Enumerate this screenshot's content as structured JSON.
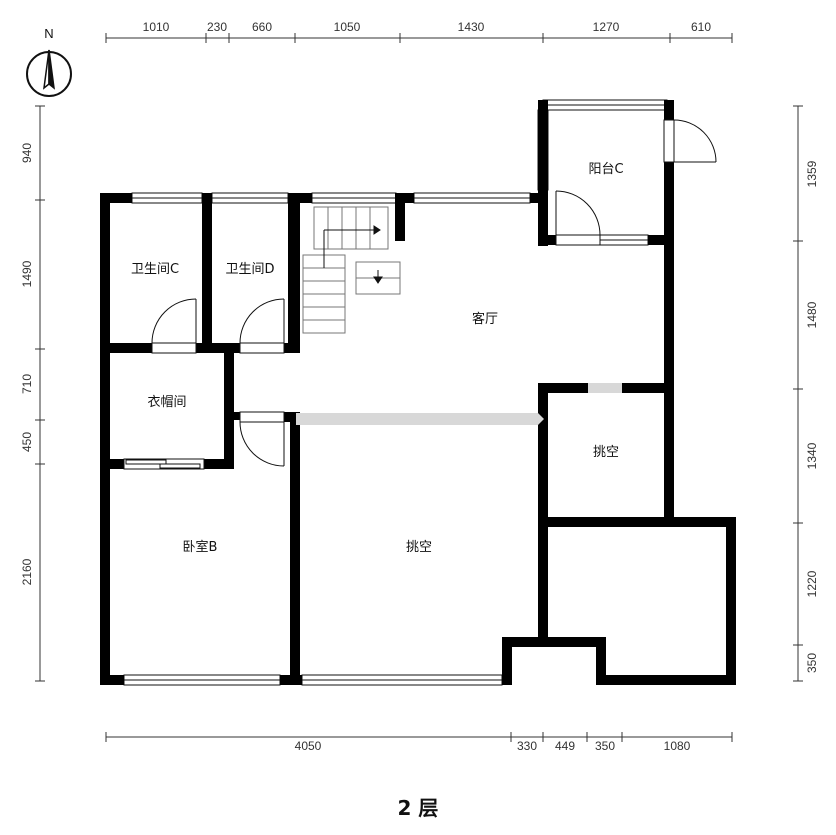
{
  "floor_label": "2 层",
  "compass_label": "N",
  "rooms": {
    "bath_c": "卫生间C",
    "bath_d": "卫生间D",
    "living": "客厅",
    "balcony_c": "阳台C",
    "cloakroom": "衣帽间",
    "bedroom_b": "卧室B",
    "void_center": "挑空",
    "void_right": "挑空"
  },
  "dims": {
    "top": [
      "1010",
      "230",
      "660",
      "1050",
      "1430",
      "1270",
      "610"
    ],
    "bottom": [
      "4050",
      "330",
      "449",
      "350",
      "1080"
    ],
    "left": [
      "940",
      "1490",
      "710",
      "450",
      "2160"
    ],
    "right": [
      "1359",
      "1480",
      "1340",
      "1220",
      "350"
    ]
  }
}
